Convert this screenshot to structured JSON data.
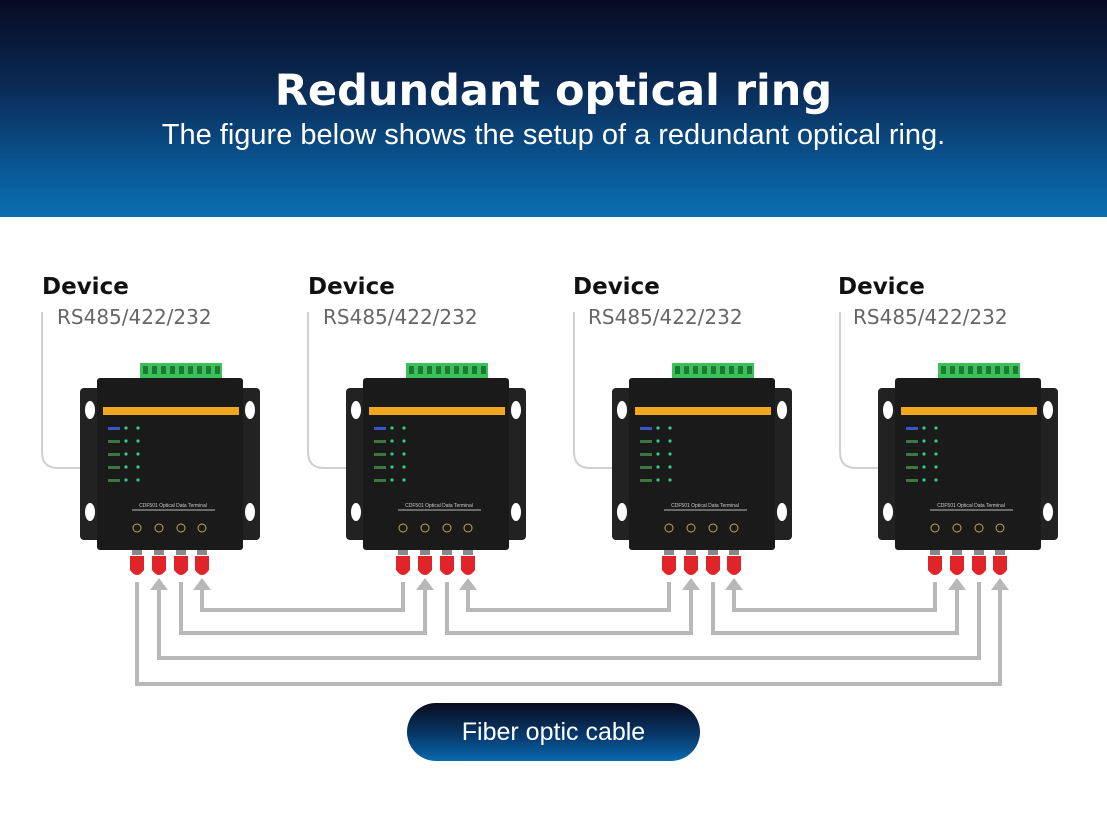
{
  "header": {
    "title": "Redundant optical ring",
    "subtitle": "The figure below shows the setup of a redundant optical ring."
  },
  "devices": [
    {
      "label": "Device",
      "interface": "RS485/422/232",
      "model_text": "CDF501 Optical Data Terminal"
    },
    {
      "label": "Device",
      "interface": "RS485/422/232",
      "model_text": "CDF501 Optical Data Terminal"
    },
    {
      "label": "Device",
      "interface": "RS485/422/232",
      "model_text": "CDF501 Optical Data Terminal"
    },
    {
      "label": "Device",
      "interface": "RS485/422/232",
      "model_text": "CDF501 Optical Data Terminal"
    }
  ],
  "legend": {
    "cable_label": "Fiber optic cable"
  },
  "colors": {
    "cable": "#b8b8b8",
    "connector": "#e0242a",
    "device_body": "#1a1a1a",
    "stripe": "#f2a81d",
    "terminal": "#3cc05a"
  }
}
